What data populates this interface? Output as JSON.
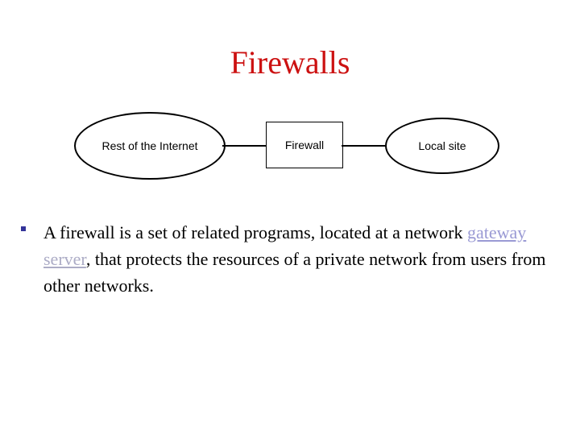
{
  "slide": {
    "title": "Firewalls",
    "title_color": "#cc1111",
    "background_color": "#ffffff"
  },
  "diagram": {
    "name": "firewall-network-diagram",
    "nodes": [
      {
        "id": "internet",
        "shape": "ellipse",
        "label": "Rest of the Internet"
      },
      {
        "id": "firewall",
        "shape": "rectangle",
        "label": "Firewall"
      },
      {
        "id": "local",
        "shape": "ellipse",
        "label": "Local site"
      }
    ],
    "connectors": [
      {
        "id": "internet-to-firewall",
        "from": "internet",
        "to": "firewall"
      },
      {
        "id": "firewall-to-local",
        "from": "firewall",
        "to": "local"
      }
    ],
    "stroke_color": "#000000"
  },
  "body": {
    "bullet_color": "#333399",
    "segments": {
      "part1": "A firewall is a set of related programs, located at a network ",
      "link1": "gateway",
      "space": " ",
      "link2": "server",
      "part2": ", that protects the resources of a private network from users from other networks."
    },
    "link_colors": {
      "unvisited": "#9a9ad4",
      "visited": "#acacc6"
    }
  }
}
